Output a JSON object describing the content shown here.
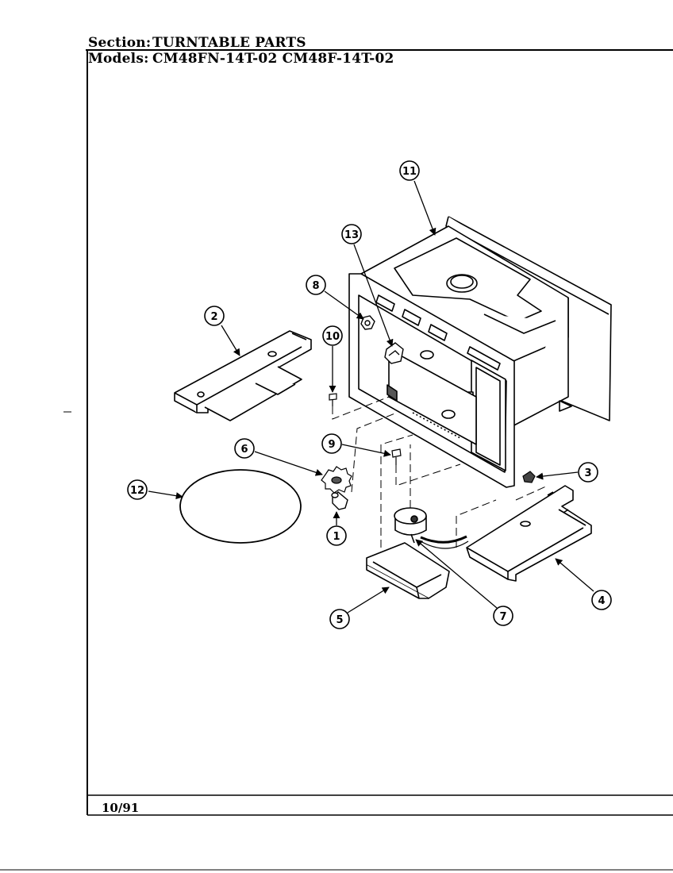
{
  "header": {
    "section_label": "Section:",
    "section_value": "TURNTABLE PARTS",
    "models_label": "Models:",
    "models_value": "CM48FN-14T-02  CM48F-14T-02"
  },
  "footer": {
    "date": "10/91"
  },
  "callouts": [
    {
      "id": "1",
      "label": "1"
    },
    {
      "id": "2",
      "label": "2"
    },
    {
      "id": "3",
      "label": "3"
    },
    {
      "id": "4",
      "label": "4"
    },
    {
      "id": "5",
      "label": "5"
    },
    {
      "id": "6",
      "label": "6"
    },
    {
      "id": "7",
      "label": "7"
    },
    {
      "id": "8",
      "label": "8"
    },
    {
      "id": "9",
      "label": "9"
    },
    {
      "id": "10",
      "label": "10"
    },
    {
      "id": "11",
      "label": "11"
    },
    {
      "id": "12",
      "label": "12"
    },
    {
      "id": "13",
      "label": "13"
    }
  ]
}
